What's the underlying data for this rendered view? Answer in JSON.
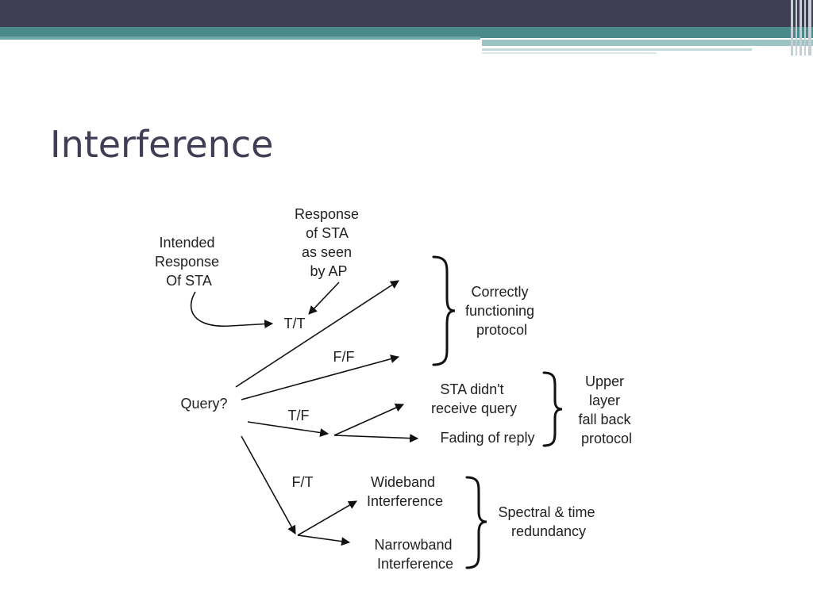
{
  "slide": {
    "title": "Interference"
  },
  "diagram": {
    "nodes": {
      "intended_response": [
        "Intended",
        "Response",
        "Of STA"
      ],
      "response_seen_by_ap": [
        "Response",
        "of STA",
        "as seen",
        "by AP"
      ],
      "query": [
        "Query?"
      ],
      "correct_protocol": [
        "Correctly",
        "functioning",
        "protocol"
      ],
      "sta_didnt_receive": [
        "STA didn't",
        "receive query"
      ],
      "fading_of_reply": [
        "Fading of reply"
      ],
      "upper_layer": [
        "Upper",
        "layer",
        "fall back",
        "protocol"
      ],
      "wideband": [
        "Wideband",
        "Interference"
      ],
      "narrowband": [
        "Narrowband",
        "Interference"
      ],
      "spectral_time": [
        "Spectral & time",
        "redundancy"
      ]
    },
    "edge_labels": {
      "tt": "T/T",
      "ff": "F/F",
      "tf": "T/F",
      "ft": "F/T"
    }
  }
}
